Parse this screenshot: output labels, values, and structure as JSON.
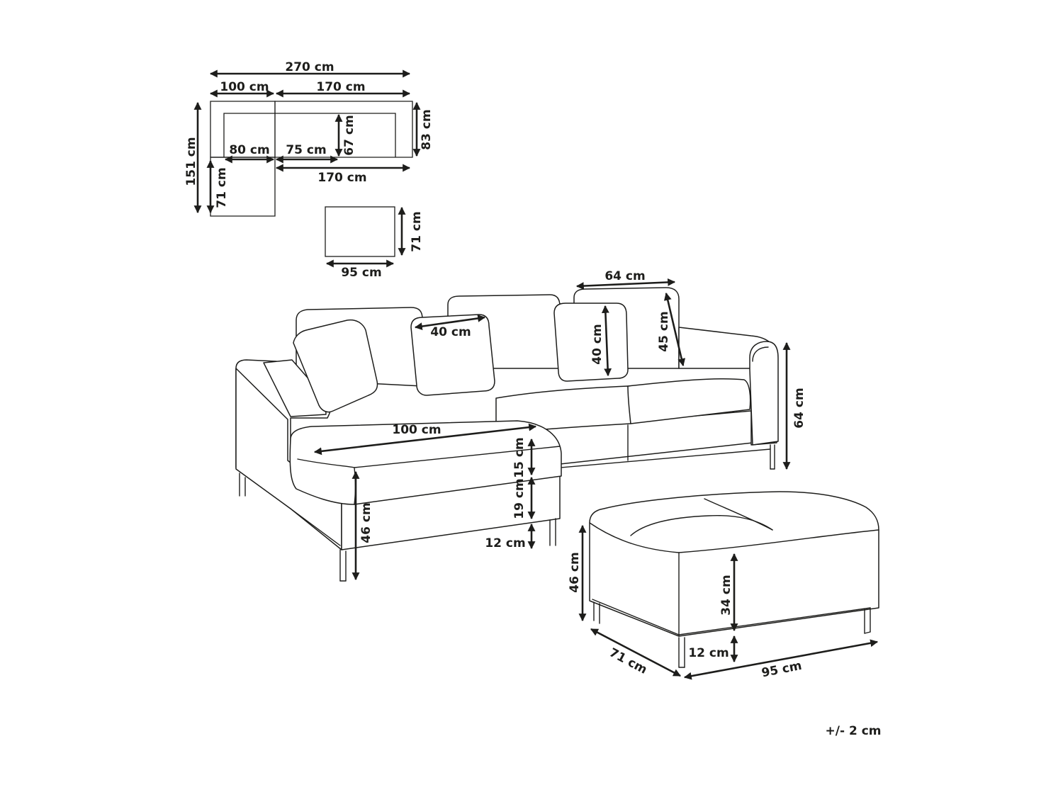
{
  "plan": {
    "total_width": "270 cm",
    "left_width": "100 cm",
    "right_width": "170 cm",
    "total_depth": "151 cm",
    "back_depth": "83 cm",
    "seat_depth": "67 cm",
    "chaise_seat_width": "80 cm",
    "backrest_width": "75 cm",
    "front_width": "170 cm",
    "chaise_ext": "71 cm",
    "ottoman_width": "95 cm",
    "ottoman_depth": "71 cm"
  },
  "sofa": {
    "pillow_width": "64 cm",
    "pillow_height": "45 cm",
    "cushion_width": "40 cm",
    "cushion_height": "40 cm",
    "total_height": "64 cm",
    "chaise_length": "100 cm",
    "cushion_thickness": "15 cm",
    "base_height": "19 cm",
    "leg_height": "12 cm",
    "seat_height": "46 cm"
  },
  "ottoman": {
    "height": "46 cm",
    "body_height": "34 cm",
    "leg_height": "12 cm",
    "depth": "71 cm",
    "width": "95 cm"
  },
  "tolerance": "+/- 2 cm"
}
